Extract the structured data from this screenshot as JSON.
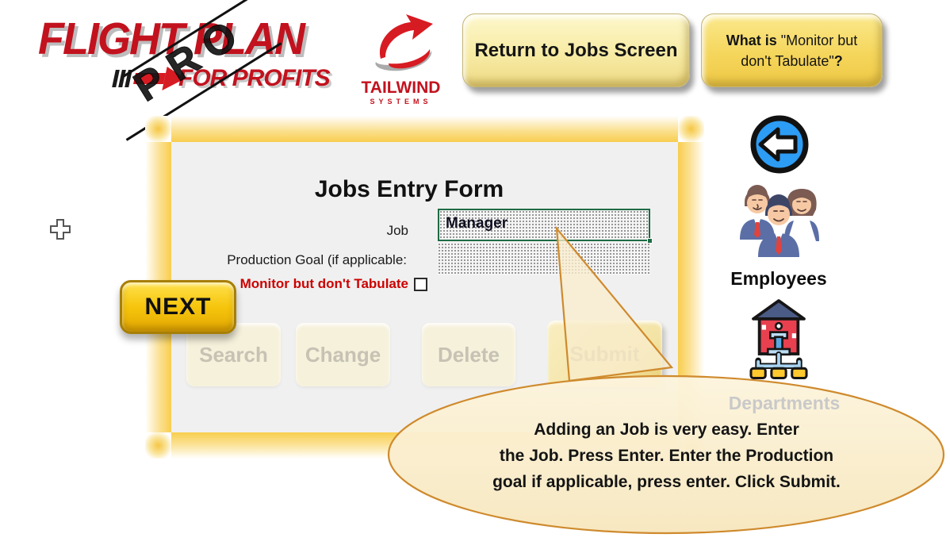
{
  "header": {
    "logo": {
      "title": "FLIGHT PLAN",
      "stamp": "PRO",
      "subtitle": "FOR PROFITS",
      "brand": "TAILWIND",
      "brand_sub": "SYSTEMS"
    },
    "return_button": "Return to Jobs Screen",
    "whatis_prefix": "What is ",
    "whatis_quote": "\"Monitor but don't Tabulate\"",
    "whatis_suffix": "?"
  },
  "form": {
    "title": "Jobs Entry Form",
    "job_label": "Job",
    "job_value": "Manager",
    "production_label": "Production Goal (if applicable:",
    "monitor_label": "Monitor but don't Tabulate",
    "checkbox_checked": false,
    "next_button": "NEXT",
    "buttons": [
      {
        "label": "Search"
      },
      {
        "label": "Change"
      },
      {
        "label": "Delete"
      },
      {
        "label": "Submit"
      }
    ]
  },
  "sidebar": {
    "back_icon": "left-arrow-circle",
    "employees_label": "Employees",
    "departments_label": "Departments"
  },
  "callout": {
    "text": "Adding an Job is very easy.  Enter\nthe Job. Press Enter.  Enter the Production\ngoal if applicable, press enter.  Click Submit."
  },
  "colors": {
    "frame_yellow": "#f8ce4e",
    "next_gold": "#f6c50c",
    "logo_red": "#c2121e",
    "alert_red": "#cc0000",
    "excel_green": "#1e6b44",
    "callout_border": "#cf8a2d",
    "callout_fill": "#faefd2",
    "back_blue": "#2d9cf4",
    "panel_gray": "#f0f0f0"
  }
}
